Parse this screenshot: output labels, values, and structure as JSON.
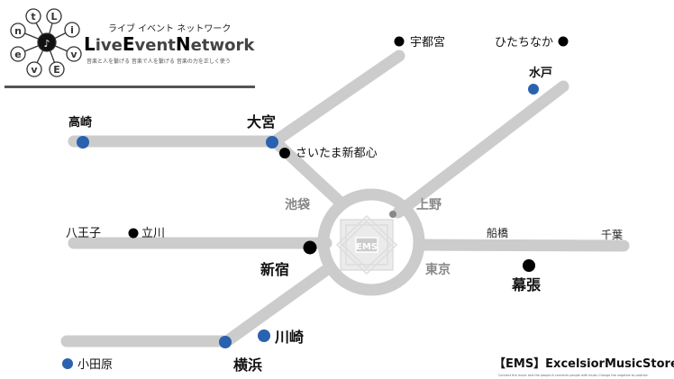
{
  "logo": {
    "letters": [
      "L",
      "i",
      "v",
      "E",
      "v",
      "e",
      "n",
      "t"
    ],
    "kana": "ライブ イベント ネットワーク",
    "title_parts": [
      "L",
      "ive",
      "E",
      "vent",
      "N",
      "etwork"
    ],
    "tagline": "音楽と人を繋げる 音楽で人を繋げる 音楽の力を正しく使う"
  },
  "colors": {
    "line": "#cccccc",
    "blue": "#2a62b0",
    "black": "#000000",
    "gray_label": "#888888"
  },
  "stations": {
    "takasaki": "高崎",
    "omiya": "大宮",
    "saitama_shintoshin": "さいたま新都心",
    "utsunomiya": "宇都宮",
    "hitachinaka": "ひたちなか",
    "mito": "水戸",
    "ikebukuro": "池袋",
    "ueno": "上野",
    "hachioji": "八王子",
    "tachikawa": "立川",
    "shinjuku": "新宿",
    "tokyo": "東京",
    "funabashi": "船橋",
    "chiba": "千葉",
    "makuhari": "幕張",
    "kawasaki": "川崎",
    "yokohama": "横浜",
    "odawara": "小田原"
  },
  "center_badge": "EMS",
  "footer": {
    "store": "【EMS】ExcelsiorMusicStore",
    "slogan": "Connect the music and the people.It connects people with music.Change the negative to positive."
  }
}
